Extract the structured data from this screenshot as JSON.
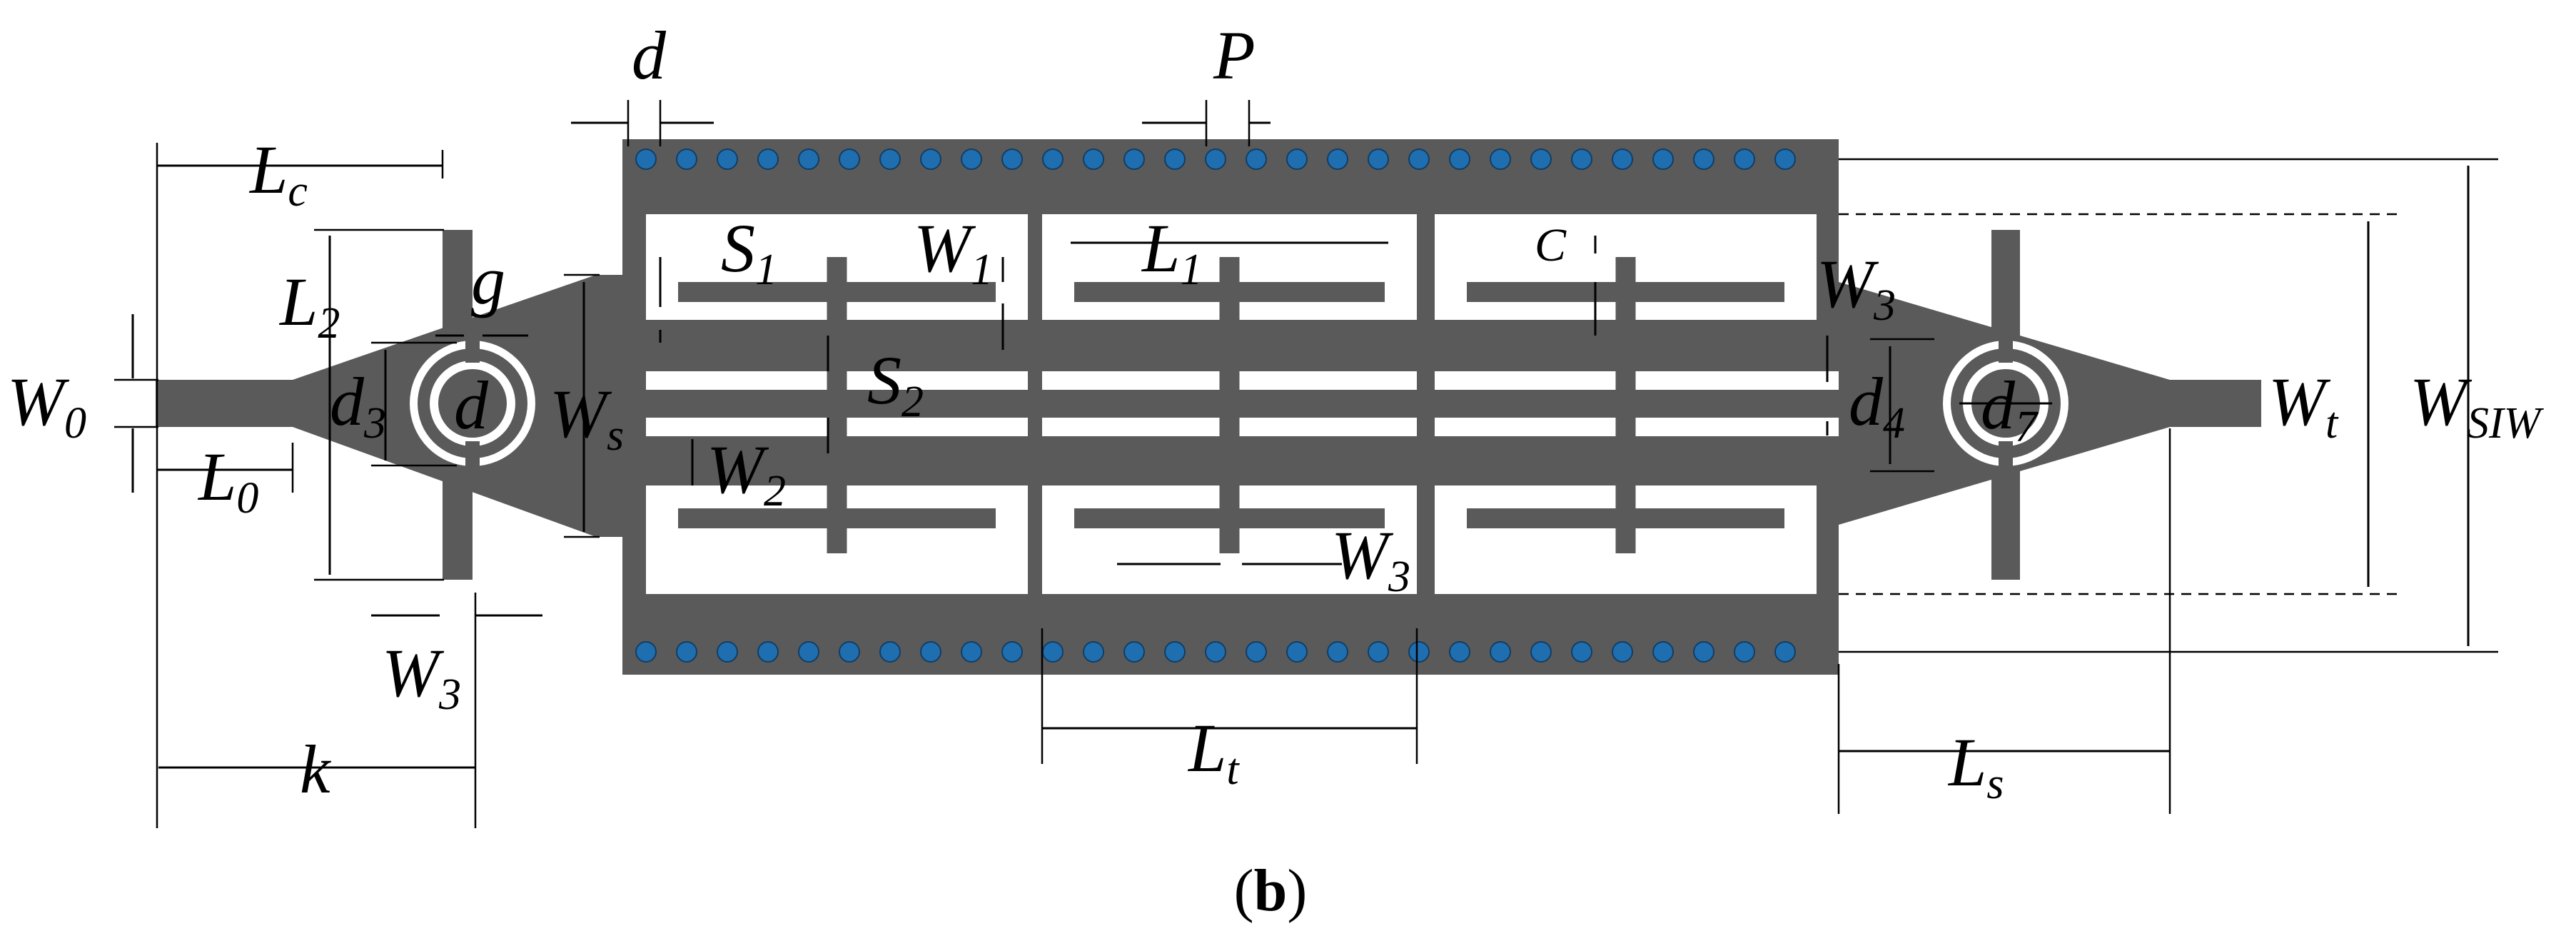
{
  "figure": {
    "caption_prefix": "(",
    "caption_letter": "b",
    "caption_suffix": ")",
    "colors": {
      "metal": "#5a5a5a",
      "via": "#1f6fb0",
      "slot": "#ffffff",
      "line": "#000000"
    },
    "labels": {
      "d": {
        "main": "d",
        "sub": ""
      },
      "P": {
        "main": "P",
        "sub": ""
      },
      "Lc": {
        "main": "L",
        "sub": "c"
      },
      "L2": {
        "main": "L",
        "sub": "2"
      },
      "g": {
        "main": "g",
        "sub": ""
      },
      "d3": {
        "main": "d",
        "sub": "3"
      },
      "d_in": {
        "main": "d",
        "sub": ""
      },
      "W0": {
        "main": "W",
        "sub": "0"
      },
      "L0": {
        "main": "L",
        "sub": "0"
      },
      "Ws": {
        "main": "W",
        "sub": "s"
      },
      "W2": {
        "main": "W",
        "sub": "2"
      },
      "W3_left": {
        "main": "W",
        "sub": "3"
      },
      "k": {
        "main": "k",
        "sub": ""
      },
      "S1": {
        "main": "S",
        "sub": "1"
      },
      "W1": {
        "main": "W",
        "sub": "1"
      },
      "L1": {
        "main": "L",
        "sub": "1"
      },
      "S2": {
        "main": "S",
        "sub": "2"
      },
      "C": {
        "main": "C",
        "sub": ""
      },
      "W3_top": {
        "main": "W",
        "sub": "3"
      },
      "W3_mid": {
        "main": "W",
        "sub": "3"
      },
      "Lt": {
        "main": "L",
        "sub": "t"
      },
      "d4": {
        "main": "d",
        "sub": "4"
      },
      "d7": {
        "main": "d",
        "sub": "7"
      },
      "Wt": {
        "main": "W",
        "sub": "t"
      },
      "WSIW": {
        "main": "W",
        "sub": "SIW"
      },
      "Ls": {
        "main": "L",
        "sub": "s"
      }
    }
  }
}
